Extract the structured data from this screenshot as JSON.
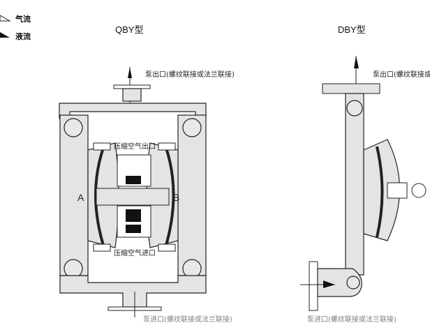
{
  "legend": {
    "air_flow": "气流",
    "liquid_flow": "液流"
  },
  "qby": {
    "title": "QBY型",
    "outlet_label": "泵出口(螺纹联接或法兰联接)",
    "air_outlet_label": "压缩空气出口",
    "air_inlet_label": "压缩空气进口",
    "chamber_a": "A",
    "chamber_b": "B",
    "inlet_label": "泵进口(螺纹联接或法兰联接)"
  },
  "dby": {
    "title": "DBY型",
    "outlet_label": "泵出口(螺纹联接或法兰联接)",
    "inlet_label": "泵进口(螺纹联接或法兰联接)"
  }
}
